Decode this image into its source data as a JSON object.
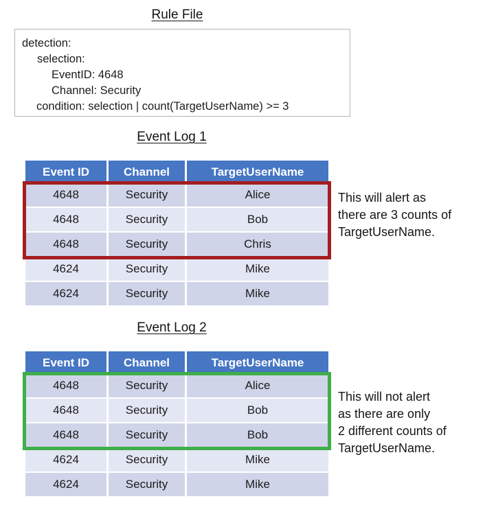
{
  "rule_section": {
    "title": "Rule File",
    "lines": [
      {
        "indent": 0,
        "text": "detection:"
      },
      {
        "indent": 1,
        "text": "selection:"
      },
      {
        "indent": 2,
        "text": "EventID: 4648"
      },
      {
        "indent": 2,
        "text": "Channel: Security"
      },
      {
        "indent": "c",
        "text": "condition: selection | count(TargetUserName) >= 3"
      }
    ]
  },
  "columns": [
    "Event ID",
    "Channel",
    "TargetUserName"
  ],
  "log1": {
    "title": "Event Log 1",
    "rows": [
      {
        "event_id": "4648",
        "channel": "Security",
        "user": "Alice",
        "highlighted": true
      },
      {
        "event_id": "4648",
        "channel": "Security",
        "user": "Bob",
        "highlighted": true
      },
      {
        "event_id": "4648",
        "channel": "Security",
        "user": "Chris",
        "highlighted": true
      },
      {
        "event_id": "4624",
        "channel": "Security",
        "user": "Mike",
        "highlighted": false
      },
      {
        "event_id": "4624",
        "channel": "Security",
        "user": "Mike",
        "highlighted": false
      }
    ],
    "highlight_color": "#A41E20",
    "note": [
      "This will alert as",
      "there are 3 counts of",
      "TargetUserName."
    ]
  },
  "log2": {
    "title": "Event Log 2",
    "rows": [
      {
        "event_id": "4648",
        "channel": "Security",
        "user": "Alice",
        "highlighted": true
      },
      {
        "event_id": "4648",
        "channel": "Security",
        "user": "Bob",
        "highlighted": true
      },
      {
        "event_id": "4648",
        "channel": "Security",
        "user": "Bob",
        "highlighted": true
      },
      {
        "event_id": "4624",
        "channel": "Security",
        "user": "Mike",
        "highlighted": false
      },
      {
        "event_id": "4624",
        "channel": "Security",
        "user": "Mike",
        "highlighted": false
      }
    ],
    "highlight_color": "#3FAE49",
    "note": [
      "This will not alert",
      "as there are only",
      "2 different counts of",
      "TargetUserName."
    ]
  },
  "theme": {
    "header_blue": "#4676C4",
    "row_dark": "#CFD4E8",
    "row_light": "#E3E7F4"
  }
}
